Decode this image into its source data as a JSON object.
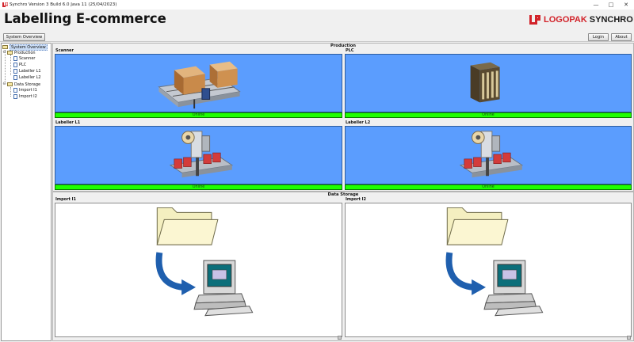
{
  "window": {
    "title": "Synchro Version 3 Build 6.0 Java 11 (25/04/2023)",
    "minimize_glyph": "—",
    "maximize_glyph": "□",
    "close_glyph": "✕"
  },
  "header": {
    "page_title": "Labelling E-commerce",
    "logo_brand": "LOGOPAK",
    "logo_product": "SYNCHRO",
    "brand_color": "#d2232a"
  },
  "toolbar": {
    "system_overview_label": "System Overview",
    "login_label": "Login",
    "about_label": "About"
  },
  "tree": {
    "root": "System Overview",
    "groups": [
      {
        "label": "Production",
        "children": [
          "Scanner",
          "PLC",
          "Labeller L1",
          "Labeller L2"
        ]
      },
      {
        "label": "Data Storage",
        "children": [
          "Import I1",
          "Import I2"
        ]
      }
    ],
    "selected": "System Overview"
  },
  "production": {
    "title": "Production",
    "cards": [
      {
        "label": "Scanner",
        "status": "Online",
        "icon": "scanner-conveyor-icon"
      },
      {
        "label": "PLC",
        "status": "Online",
        "icon": "plc-module-icon"
      },
      {
        "label": "Labeller L1",
        "status": "Online",
        "icon": "labeller-machine-icon"
      },
      {
        "label": "Labeller L2",
        "status": "Online",
        "icon": "labeller-machine-icon"
      }
    ]
  },
  "data_storage": {
    "title": "Data Storage",
    "cards": [
      {
        "label": "Import I1",
        "icon": "folder-import-computer-icon"
      },
      {
        "label": "Import I2",
        "icon": "folder-import-computer-icon"
      }
    ]
  },
  "colors": {
    "online_green": "#1fff00",
    "device_panel_blue": "#5b9dfe"
  }
}
